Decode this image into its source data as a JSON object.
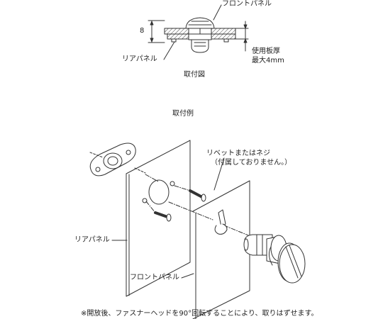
{
  "top_figure": {
    "dimension": "8",
    "label_front_panel": "フロントパネル",
    "label_rear_panel": "リアパネル",
    "label_thickness_line1": "使用板厚",
    "label_thickness_line2": "最大4mm",
    "caption": "取付図"
  },
  "bottom_figure": {
    "title": "取付例",
    "label_rivet_line1": "リベットまたはネジ",
    "label_rivet_line2": "（付属しておりません。）",
    "label_rear_panel": "リアパネル",
    "label_front_panel": "フロントパネル"
  },
  "footnote": "※開放後、ファスナーヘッドを90°回転することにより、取りはずせます。"
}
